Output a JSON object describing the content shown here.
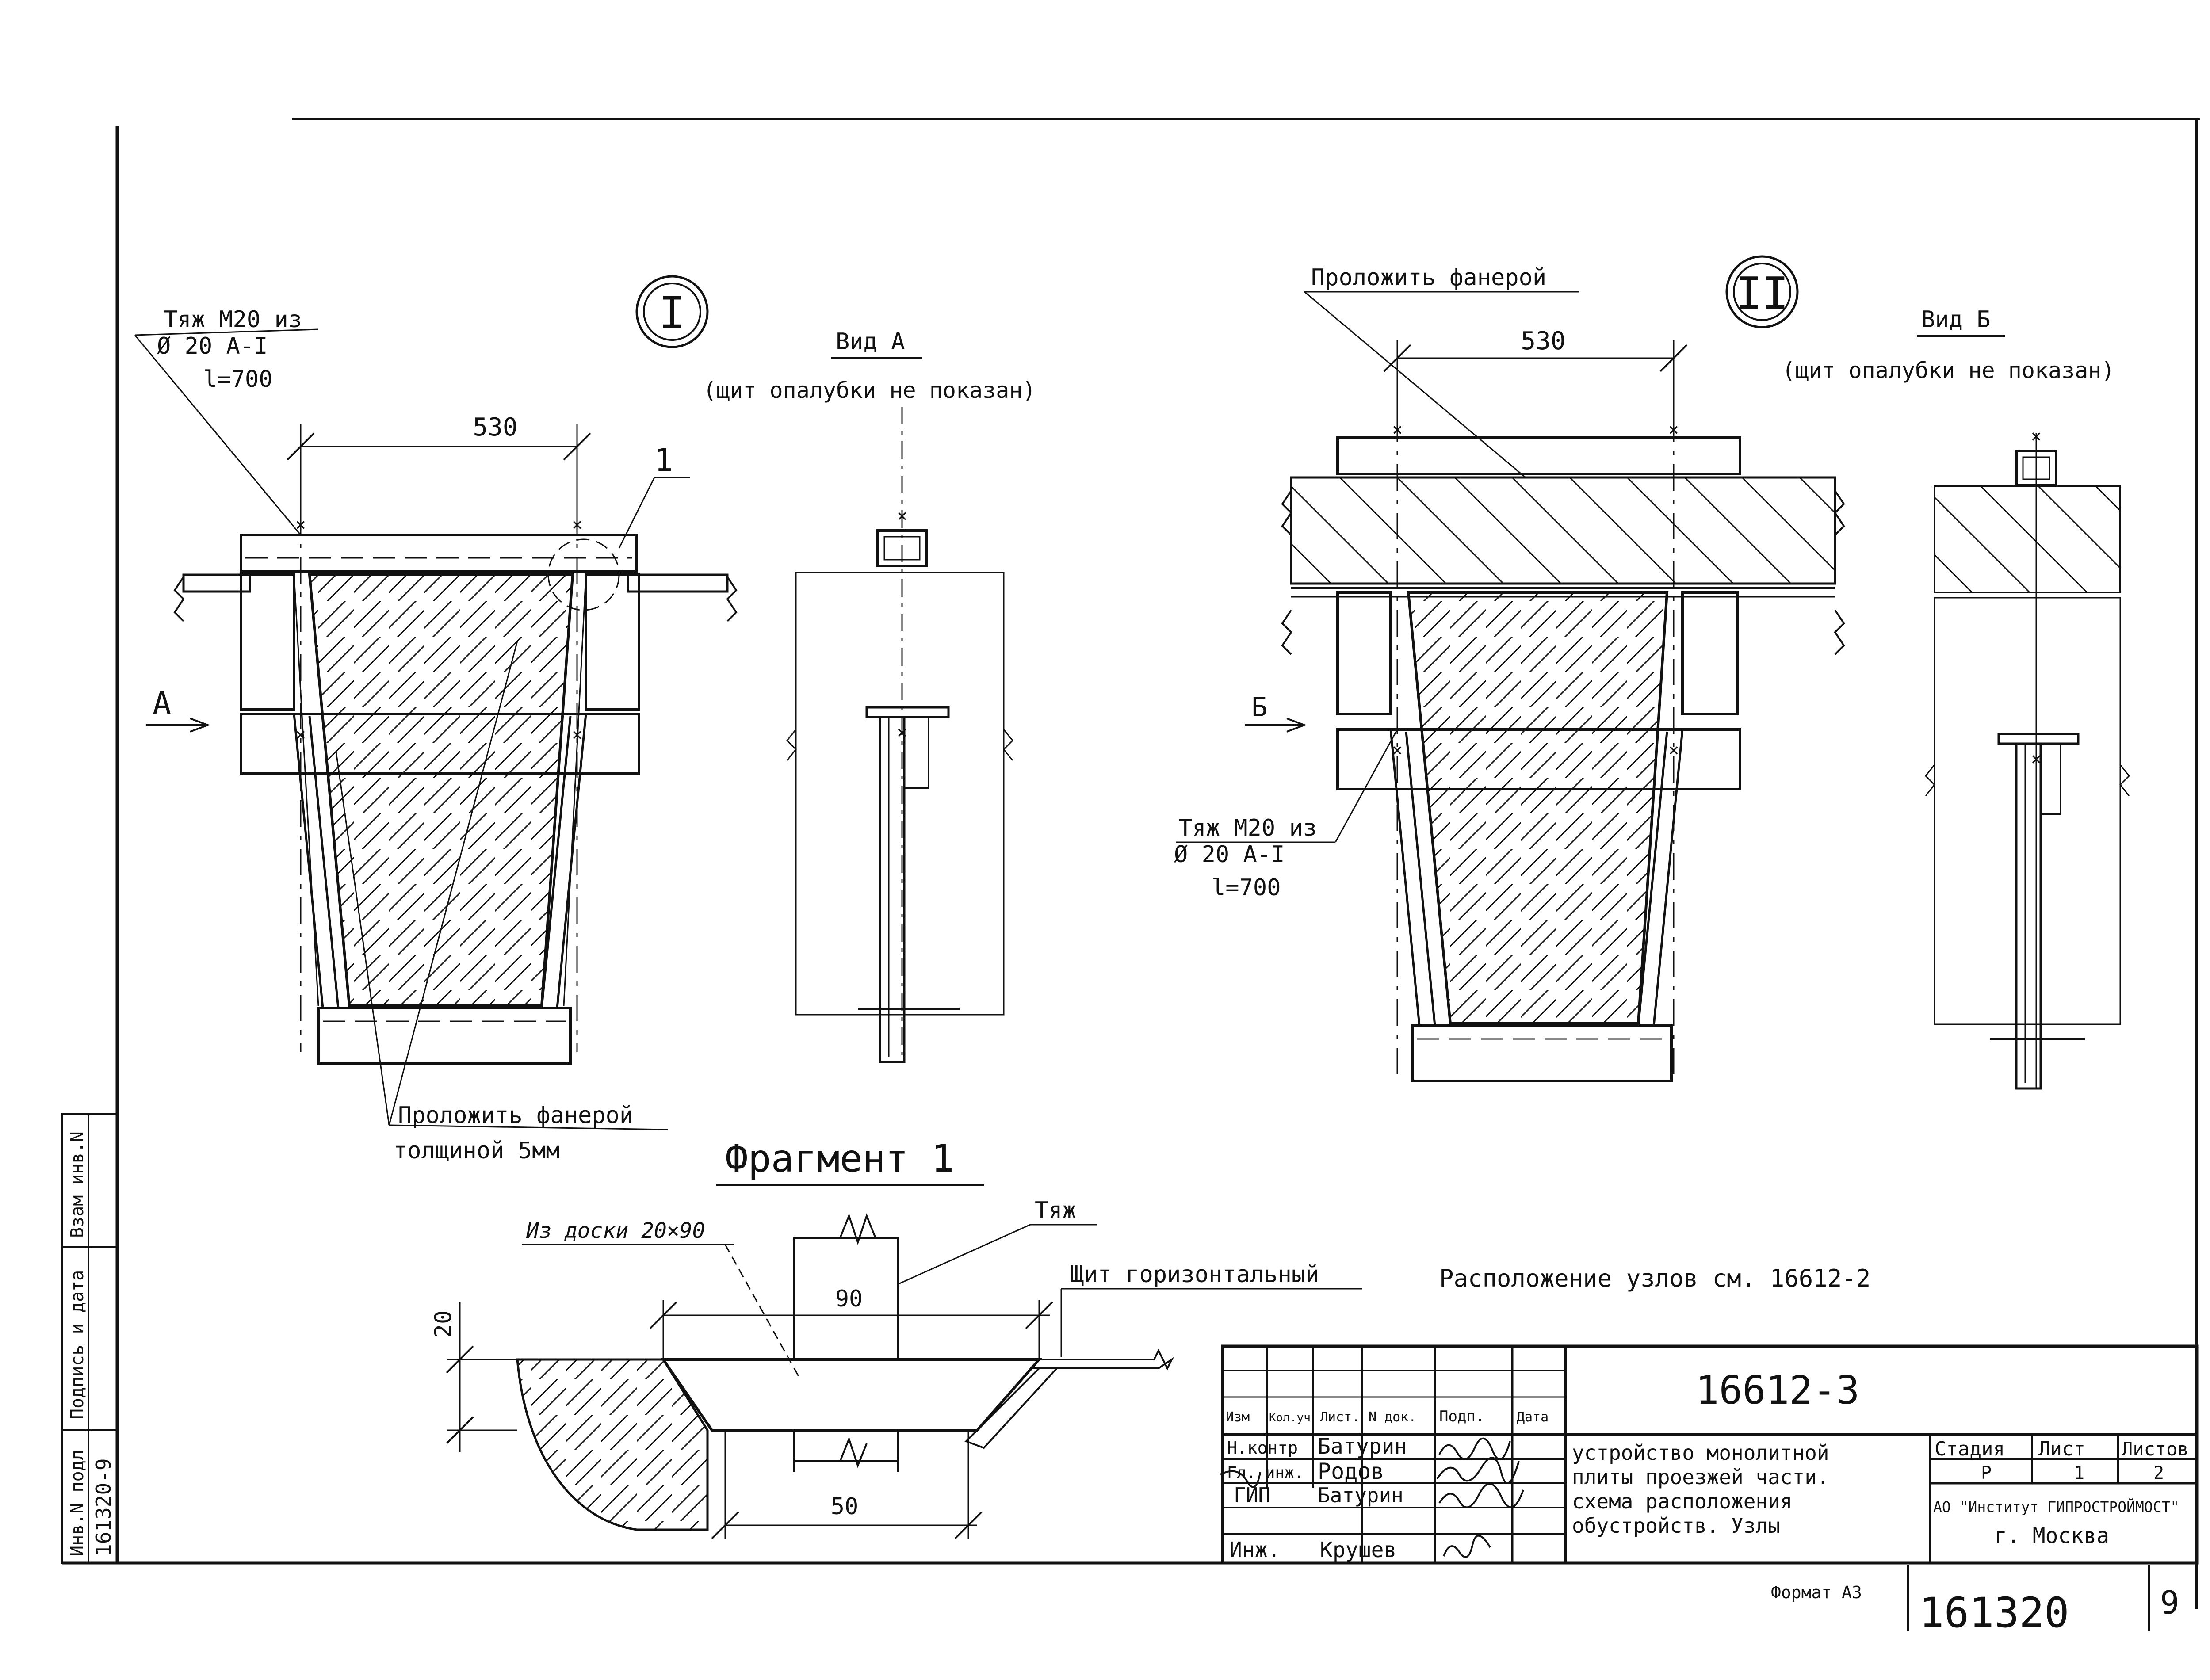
{
  "node_labels": {
    "node_1": "I",
    "node_2": "II",
    "view_a": "Вид А",
    "view_b": "Вид Б",
    "view_note": "(щит опалубки не показан)",
    "arrow_a": "А",
    "arrow_b": "Б",
    "callout_1": "1"
  },
  "callouts": {
    "tie_line1": "Тяж М20 из",
    "tie_line2": "Ø 20 А-I",
    "tie_line3": "l=700",
    "plywood": "Проложить фанерой",
    "plywood_thick": "толщиной 5мм"
  },
  "dimensions": {
    "span_530": "530",
    "d90": "90",
    "d50": "50",
    "d20": "20"
  },
  "fragment": {
    "title": "Фрагмент 1",
    "board": "Из доски 20×90",
    "tie": "Тяж",
    "shield": "Щит горизонтальный"
  },
  "location_note": "Расположение узлов см. 16612-2",
  "title_block": {
    "code": "16612-3",
    "headers": [
      "Изм",
      "Кол.уч",
      "Лист.",
      "N док.",
      "Подп.",
      "Дата"
    ],
    "rows": [
      {
        "role": "Н.контр",
        "name": "Батурин"
      },
      {
        "role": "Гл. инж.",
        "name": "Родов"
      },
      {
        "role": "ГИП",
        "name": "Батурин"
      },
      {
        "role": "Инж.",
        "name": "Крушев"
      }
    ],
    "description": [
      "устройство монолитной",
      "плиты проезжей части.",
      "схема расположения",
      "обустройств. Узлы"
    ],
    "stage_label": "Стадия",
    "sheet_label": "Лист",
    "sheets_label": "Листов",
    "stage": "Р",
    "sheet": "1",
    "sheets": "2",
    "org1": "АО \"Институт ГИПРОСТРОЙМОСТ\"",
    "org2": "г. Москва",
    "format": "Формат А3",
    "archive": "161320",
    "page": "9"
  },
  "side_stamp": {
    "vzam": "Взам инв.N",
    "sign_date": "Подпись и дата",
    "inv_orig": "Инв.N подл",
    "inv_num": "161320-9"
  }
}
